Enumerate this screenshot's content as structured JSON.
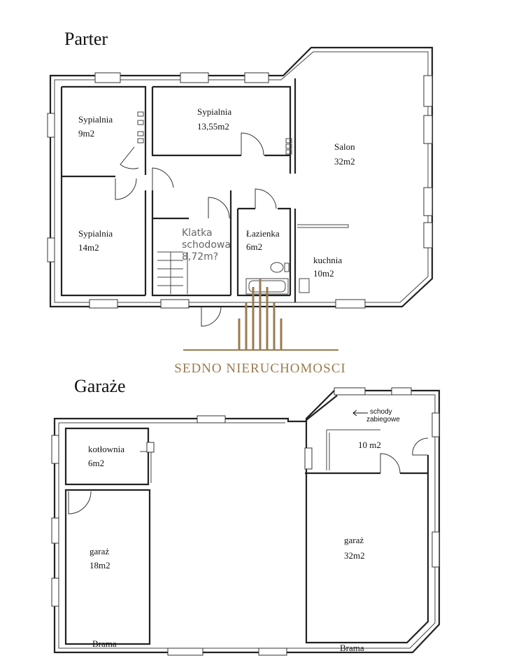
{
  "floors": {
    "ground": {
      "title": "Parter",
      "rooms": [
        {
          "name": "Sypialnia",
          "area": "9m2"
        },
        {
          "name": "Sypialnia",
          "area": "13,55m2"
        },
        {
          "name": "Salon",
          "area": "32m2"
        },
        {
          "name": "Sypialnia",
          "area": "14m2"
        },
        {
          "name": "Łazienka",
          "area": "6m2"
        },
        {
          "name": "kuchnia",
          "area": "10m2"
        }
      ],
      "stairs_note": [
        "Klatka",
        "schodowa",
        "8,72m?"
      ]
    },
    "garage": {
      "title": "Garaże",
      "rooms": [
        {
          "name": "kotłownia",
          "area": "6m2"
        },
        {
          "name": "garaż",
          "area": "18m2"
        },
        {
          "name": "garaż",
          "area": "32m2"
        }
      ],
      "stairs_room_area": "10 m2",
      "stairs_note": [
        "schody",
        "zabiegowe"
      ],
      "gates": [
        "Brama",
        "Brama"
      ]
    }
  },
  "watermark": {
    "text": "SEDNO NIERUCHOMOSCI",
    "color": "#9a7b4f"
  }
}
